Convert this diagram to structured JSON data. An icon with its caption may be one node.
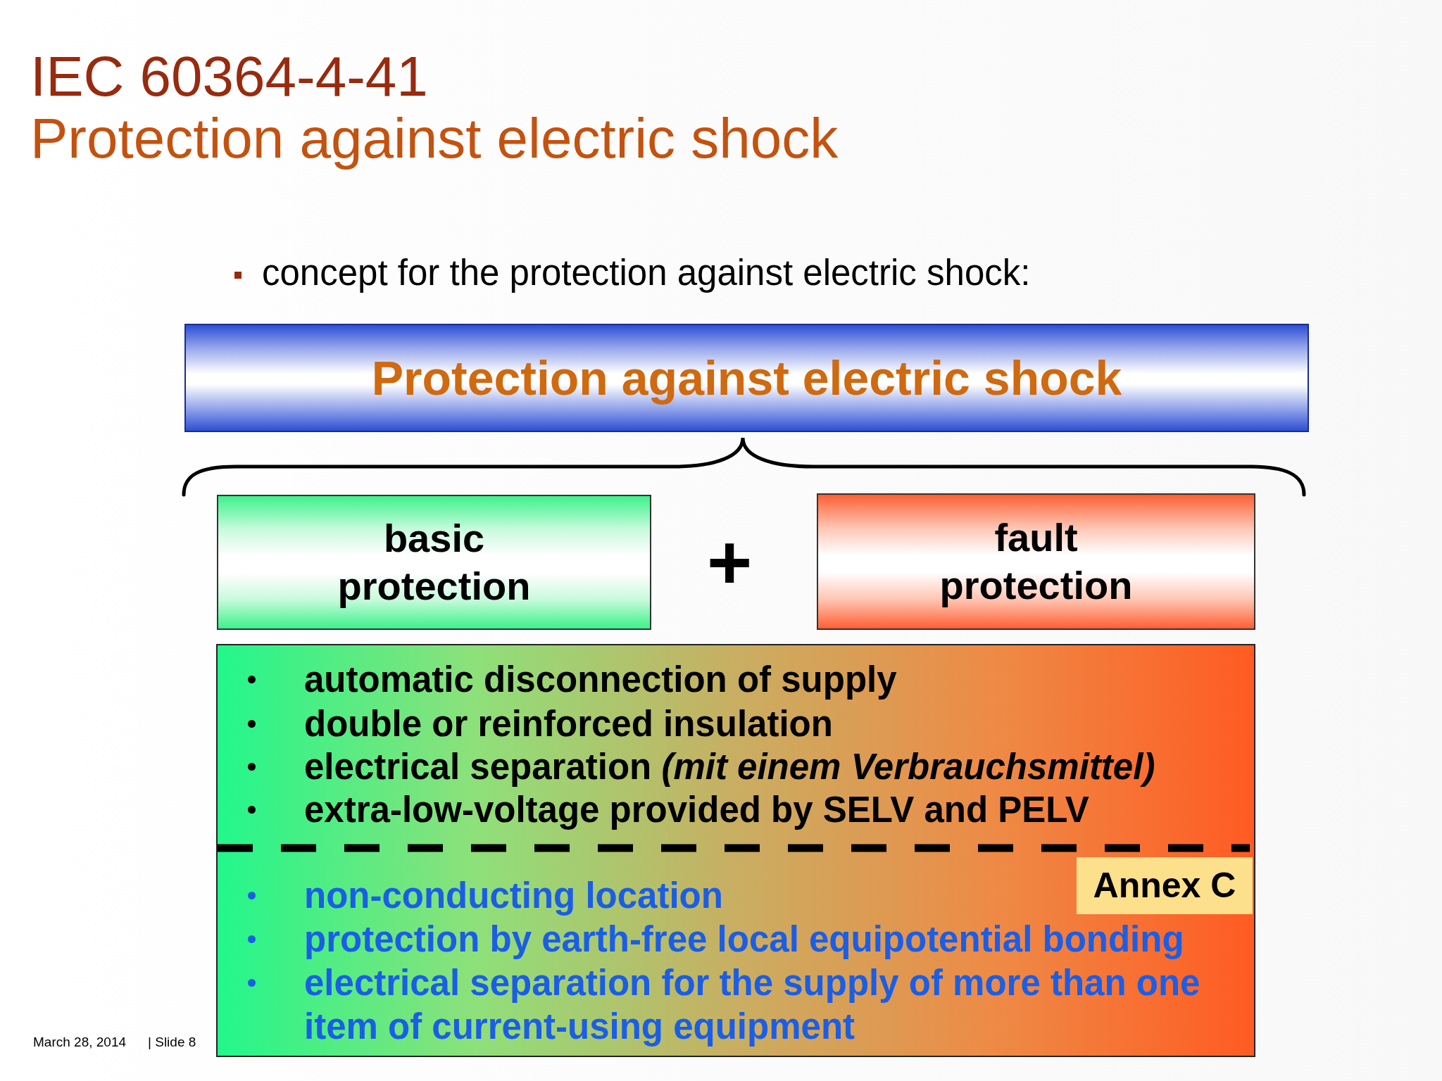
{
  "diagram": {
    "title": "IEC 60364-4-41",
    "nodes": [
      {
        "text": [
          "Protection against electric shock"
        ]
      },
      {
        "text": [
          "basic protection"
        ]
      },
      {
        "text": [
          "fault protection"
        ]
      },
      {
        "text": [
          "automatic disconnection of supply",
          "double or reinforced insulation",
          "electrical separation *(mit einem Verbrauchsmittel)*",
          "extra-low-voltage provided by SELV and PELV",
          "non-conducting location",
          "protection by earth-free local equipotential bonding",
          "electrical separation for the supply of more than one item of current-using equipment"
        ]
      },
      {
        "text": [
          "Annex C"
        ],
        "in": 3
      }
    ],
    "labels": [
      "Protection against electric shock",
      "concept for the protection against electric shock:",
      "+",
      "March 28, 2014",
      "| Slide 8"
    ]
  }
}
